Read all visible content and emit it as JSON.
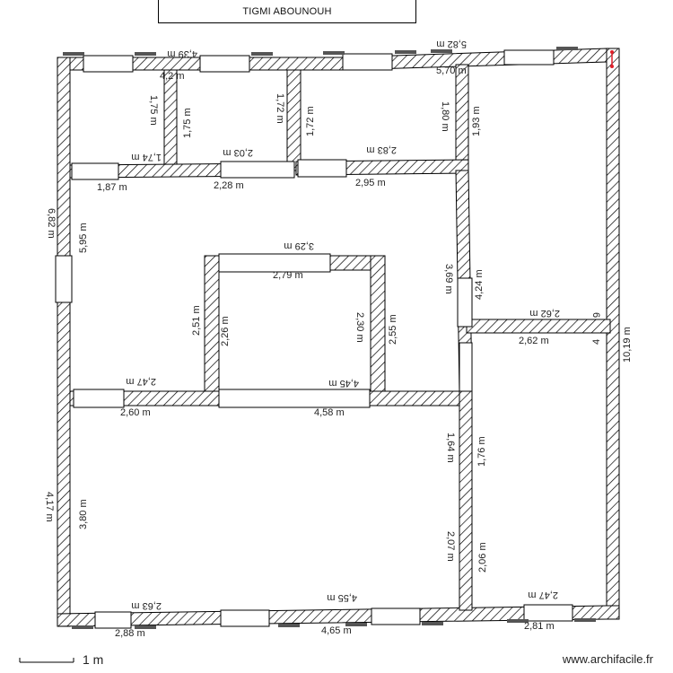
{
  "title": "TIGMI ABOUNOUH",
  "scale": {
    "label": "1 m"
  },
  "credit": "www.archifacile.fr",
  "dimensions": {
    "top_left": "4,39 m",
    "top_left_inner": "4,2 m",
    "top_right": "5,82 m",
    "top_right_inner": "5,70 m",
    "left_outer": "6,82 m",
    "left_inner": "5,95 m",
    "room1_left": "1,75 m",
    "room1_right": "1,75 m",
    "room2_left": "1,72 m",
    "room2_right": "1,72 m",
    "room3_left": "1,80 m",
    "room3_right": "1,93 m",
    "wall_174": "1,74 m",
    "wall_187": "1,87 m",
    "wall_203": "2,03 m",
    "wall_228": "2,28 m",
    "wall_283": "2,83 m",
    "wall_295": "2,95 m",
    "center_top_outer": "3,29 m",
    "center_top_inner": "2,79 m",
    "center_left_outer": "2,51 m",
    "center_left_inner": "2,26 m",
    "center_right_inner": "2,30 m",
    "center_right_outer": "2,55 m",
    "center_bottom": "4,45 m",
    "mid_left_upper": "2,47 m",
    "mid_left_lower": "2,60 m",
    "mid_center": "4,58 m",
    "right_corridor_outer": "3,69 m",
    "right_corridor_inner": "4,24 m",
    "right_room_top": "2,62 m",
    "right_room_bottom": "2,62 m",
    "right_small_a": "6",
    "right_small_b": "4",
    "right_outer": "10,19 m",
    "bottom_left_outer": "4,17 m",
    "bottom_left_inner": "3,80 m",
    "bottom_right_upper_a": "1,64 m",
    "bottom_right_upper_b": "1,76 m",
    "bottom_right_lower_a": "2,07 m",
    "bottom_right_lower_b": "2,06 m",
    "bottom_inner_left": "2,63 m",
    "bottom_inner_center": "4,55 m",
    "bottom_inner_right": "2,47 m",
    "bottom_outer_left": "2,88 m",
    "bottom_outer_center": "4,65 m",
    "bottom_outer_right": "2,81 m"
  },
  "colors": {
    "wall_hatch": "#000000",
    "wall_fill": "#ffffff",
    "marker": "#e0202a"
  }
}
